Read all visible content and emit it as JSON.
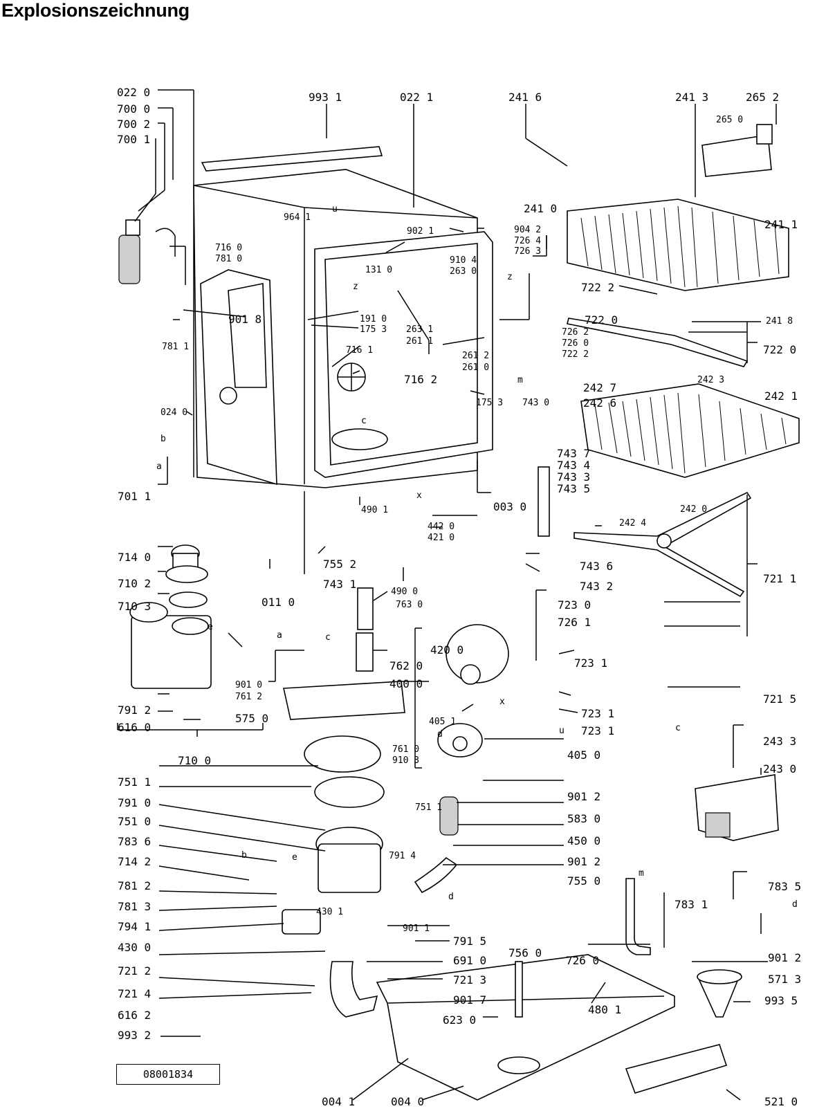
{
  "page": {
    "title": "Explosionszeichnung",
    "doc_number": "08001834"
  },
  "labels": [
    "022 0",
    "700 0",
    "700 2",
    "700 1",
    "993 1",
    "022 1",
    "241 6",
    "241 3",
    "265 2",
    "265 0",
    "964 1",
    "902 1",
    "904 2",
    "726 4",
    "726 3",
    "241 0",
    "241 1",
    "716 0",
    "781 0",
    "131 0",
    "910 4",
    "263 0",
    "722 2",
    "722 0",
    "241 8",
    "901 8",
    "191 0",
    "175 3",
    "781 1",
    "263 1",
    "261 1",
    "261 2",
    "261 0",
    "716 1",
    "716 2",
    "726 2",
    "726 0",
    "722 2",
    "722 0",
    "242 7",
    "242 6",
    "242 3",
    "242 1",
    "024 0",
    "175 3",
    "743 0",
    "743 7",
    "743 4",
    "743 3",
    "743 5",
    "701 1",
    "003 0",
    "242 0",
    "490 1",
    "442 0",
    "421 0",
    "242 4",
    "714 0",
    "755 2",
    "743 1",
    "743 6",
    "710 2",
    "011 0",
    "490 0",
    "743 2",
    "721 1",
    "710 3",
    "763 0",
    "723 0",
    "726 1",
    "420 0",
    "723 1",
    "762 0",
    "400 0",
    "901 0",
    "761 2",
    "723 1",
    "723 1",
    "721 5",
    "791 2",
    "616 0",
    "575 0",
    "405 1",
    "761 0",
    "405 0",
    "910 3",
    "710 0",
    "243 3",
    "243 0",
    "751 1",
    "751 1",
    "901 2",
    "791 0",
    "583 0",
    "751 0",
    "450 0",
    "783 6",
    "791 4",
    "901 2",
    "714 2",
    "755 0",
    "781 2",
    "781 3",
    "430 1",
    "901 1",
    "783 5",
    "794 1",
    "783 1",
    "430 0",
    "791 5",
    "901 2",
    "691 0",
    "726 0",
    "571 3",
    "721 2",
    "721 3",
    "756 0",
    "721 4",
    "901 7",
    "480 1",
    "993 5",
    "616 2",
    "623 0",
    "993 2",
    "004 1",
    "004 0",
    "521 0"
  ],
  "callout_letters": [
    "u",
    "z",
    "z",
    "x",
    "m",
    "c",
    "b",
    "a",
    "e",
    "a",
    "c",
    "x",
    "d",
    "u",
    "c",
    "b",
    "e",
    "d",
    "m",
    "d"
  ]
}
